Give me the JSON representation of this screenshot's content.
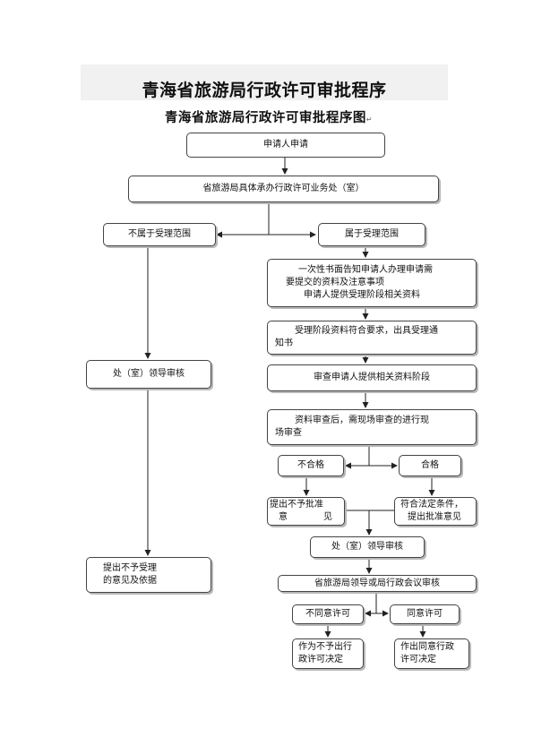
{
  "header": {
    "title": "青海省旅游局行政许可审批程序",
    "subtitle": "青海省旅游局行政许可审批程序图"
  },
  "nodes": {
    "apply": "申请人申请",
    "department": "省旅游局具体承办行政许可业务处（室）",
    "not_in_scope": "不属于受理范围",
    "in_scope": "属于受理范围",
    "notify_line1": "一次性书面告知申请人办理申请需",
    "notify_line2": "要提交的资料及注意事项",
    "notify_line3": "申请人提供受理阶段相关资料",
    "accept_line1": "受理阶段资料符合要求，出具受理通",
    "accept_line2": "知书",
    "left_review": "处（室）领导审核",
    "review_stage": "审查申请人提供相关资料阶段",
    "site_line1": "资料审查后，需现场审查的进行现",
    "site_line2": "场审查",
    "fail": "不合格",
    "pass": "合格",
    "reject_line1": "提出不予批准",
    "reject_line2a": "意",
    "reject_line2b": "见",
    "approve_line1": "符合法定条件，",
    "approve_line2": "提出批准意见",
    "division_review": "处（室）领导审核",
    "left_reject_line1": "提出不予受理",
    "left_reject_line2": "的意见及依据",
    "bureau_review": "省旅游局领导或局行政会议审核",
    "disagree": "不同意许可",
    "agree": "同意许可",
    "deny_line1": "作为不予出行",
    "deny_line2": "政许可决定",
    "grant_line1": "作出同意行政",
    "grant_line2": "许可决定"
  },
  "marks": {
    "return_mark": "↵"
  }
}
